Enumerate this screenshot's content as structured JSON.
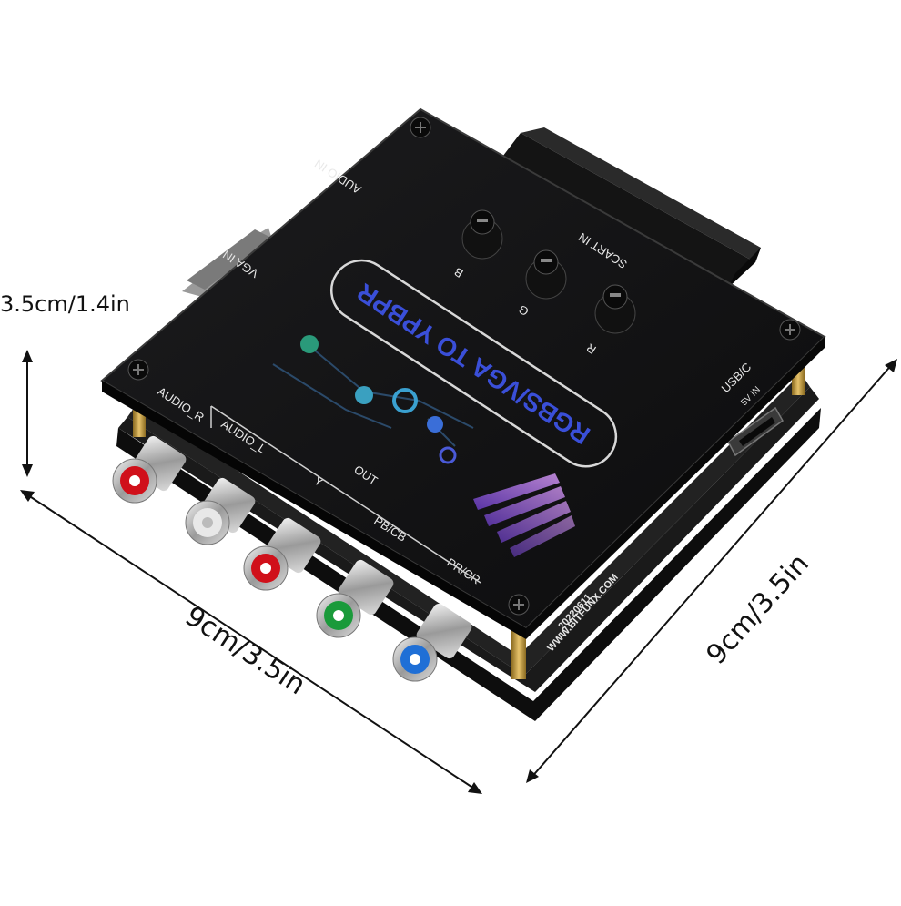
{
  "dimensions": {
    "height_label": "3.5cm/1.4in",
    "width_left_label": "9cm/3.5in",
    "width_right_label": "9cm/3.5in"
  },
  "device": {
    "title": "RGBS/VGA TO YPBPR",
    "labels": {
      "audio_in": "AUDIO IN",
      "vga_in": "VGA IN",
      "scart_in": "SCART IN",
      "knob_b": "B",
      "knob_g": "G",
      "knob_r": "R",
      "usbc": "USB/C",
      "usbc_power": "5V IN",
      "audio_r": "AUDIO_R",
      "audio_l": "AUDIO_L",
      "y": "Y",
      "out": "OUT",
      "pb_cb": "PB/CB",
      "pr_cr": "PR/CR",
      "date_code": "20220611",
      "website": "WWW.BITFUNX.COM"
    },
    "jack_colors": {
      "audio_r": "#d0101a",
      "audio_l": "#e8e8e8",
      "y": "#d0101a",
      "pb_cb": "#1a9a3a",
      "pr_cr": "#1f6fd6"
    },
    "title_color": "#3a4fd8"
  }
}
